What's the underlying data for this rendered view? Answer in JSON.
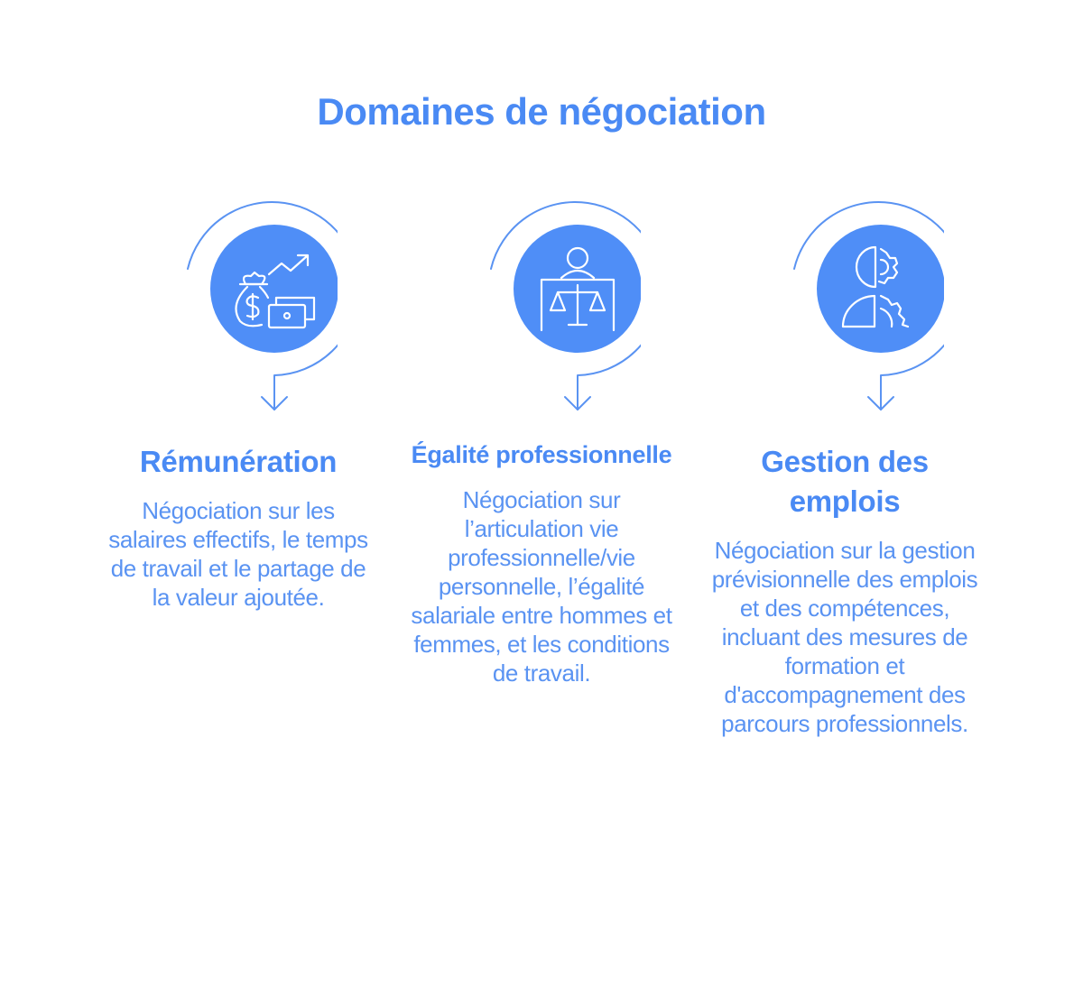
{
  "title": "Domaines de négociation",
  "colors": {
    "accent": "#4F8EF7",
    "text": "#5A93F2"
  },
  "items": [
    {
      "icon": "money-growth-icon",
      "heading": "Rémunération",
      "description": "Négociation sur les salaires effectifs, le temps de travail et le partage de la valeur ajoutée."
    },
    {
      "icon": "person-scales-icon",
      "heading": "Égalité professionnelle",
      "description": "Négociation sur l’articulation vie professionnelle/vie personnelle, l’égalité salariale entre hommes et femmes, et les conditions de travail."
    },
    {
      "icon": "head-gears-icon",
      "heading": "Gestion des emplois",
      "description": "Négociation sur la gestion prévisionnelle des emplois et des compétences, incluant des mesures de formation et d'accompagnement des parcours professionnels."
    }
  ]
}
